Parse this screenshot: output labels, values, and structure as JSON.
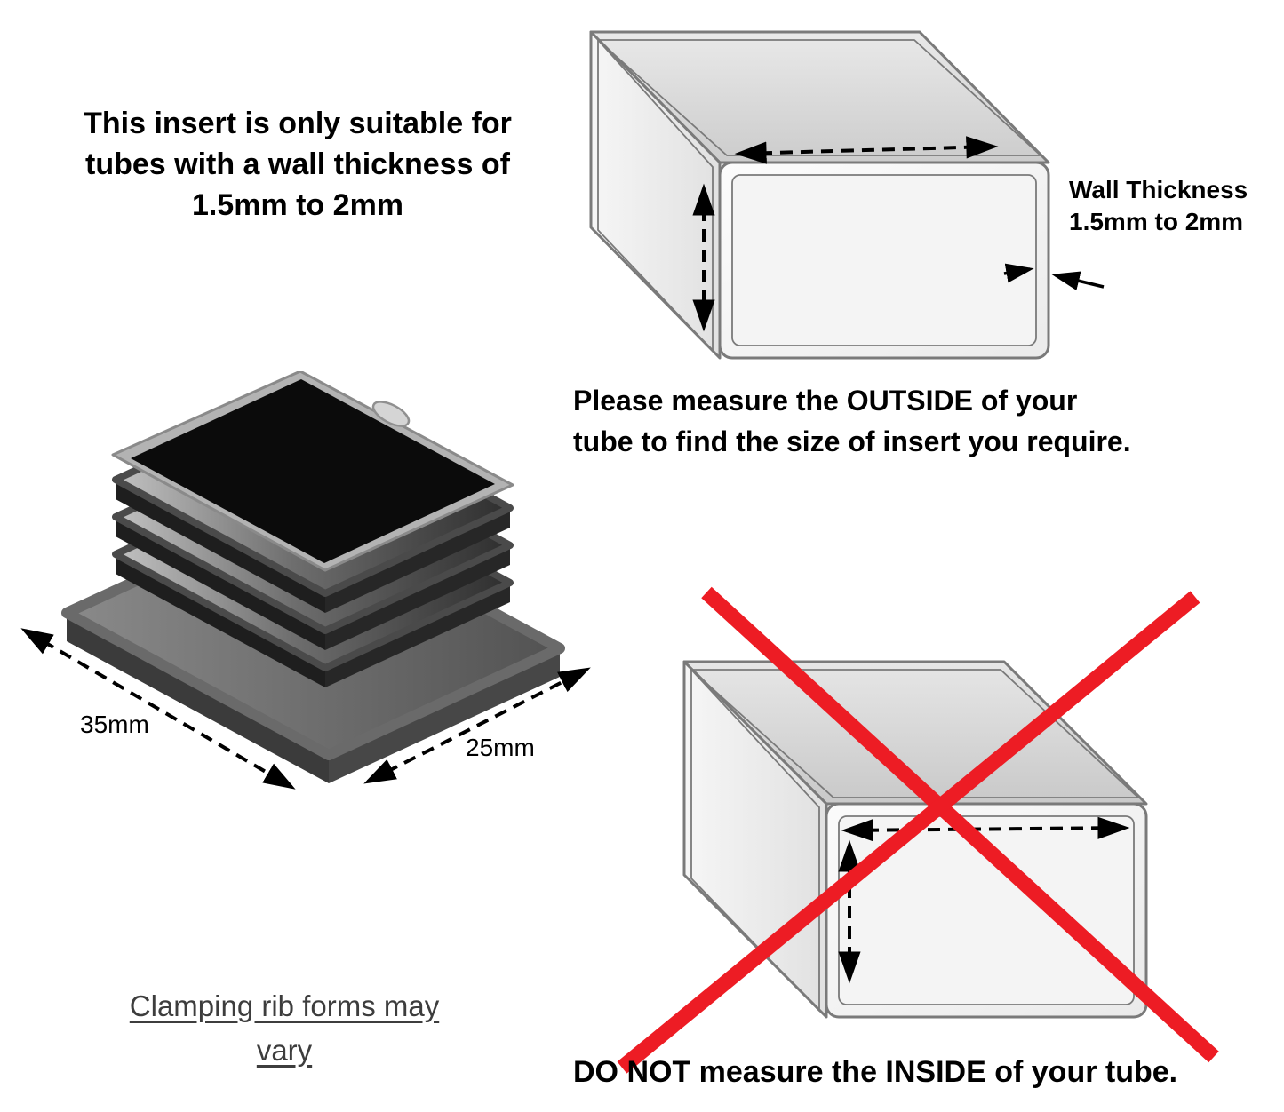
{
  "intro": {
    "line1": "This insert is only suitable for",
    "line2": "tubes with a wall thickness of",
    "line3": "1.5mm to 2mm"
  },
  "wall_thickness": {
    "line1": "Wall Thickness",
    "line2": "1.5mm to 2mm"
  },
  "measure_outside": {
    "line1": "Please measure the OUTSIDE of your",
    "line2": "tube to find the size of insert you require."
  },
  "dimensions": {
    "width": "35mm",
    "depth": "25mm"
  },
  "clamping_note": {
    "line1": "Clamping rib forms may",
    "line2": "vary"
  },
  "do_not": {
    "text": "DO NOT measure the INSIDE of your tube."
  },
  "colors": {
    "cross_red": "#ed1c24",
    "outline_gray": "#7a7a7a",
    "arrow_black": "#000000",
    "note_gray": "#3d3d3d"
  }
}
